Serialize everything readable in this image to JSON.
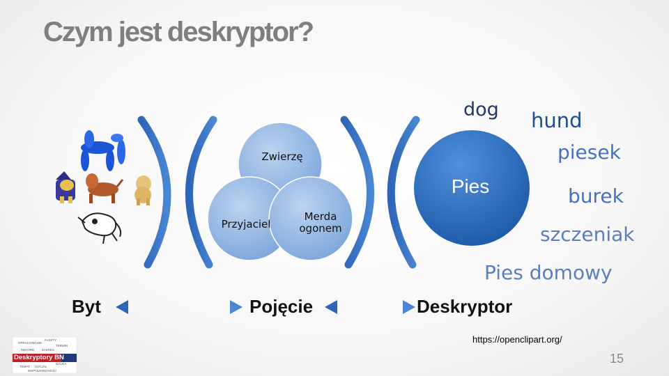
{
  "slide": {
    "title": "Czym jest deskryptor?",
    "page_number": "15",
    "source_url": "https://openclipart.org/"
  },
  "venn": {
    "top": "Zwierzę",
    "left": "Przyjaciel",
    "right_line1": "Merda",
    "right_line2": "ogonem"
  },
  "center_circle": "Pies",
  "terms": {
    "dog": "dog",
    "hund": "hund",
    "piesek": "piesek",
    "burek": "burek",
    "szczeniak": "szczeniak",
    "pies_domowy": "Pies domowy"
  },
  "flow": {
    "byt": "Byt",
    "pojecie": "Pojęcie",
    "deskryptor": "Deskryptor"
  },
  "logo": {
    "text": "Deskryptory BN"
  },
  "colors": {
    "blue": "#2e75b6",
    "circle_light": "#5b9bd5",
    "circle_dark": "#2166b0"
  }
}
